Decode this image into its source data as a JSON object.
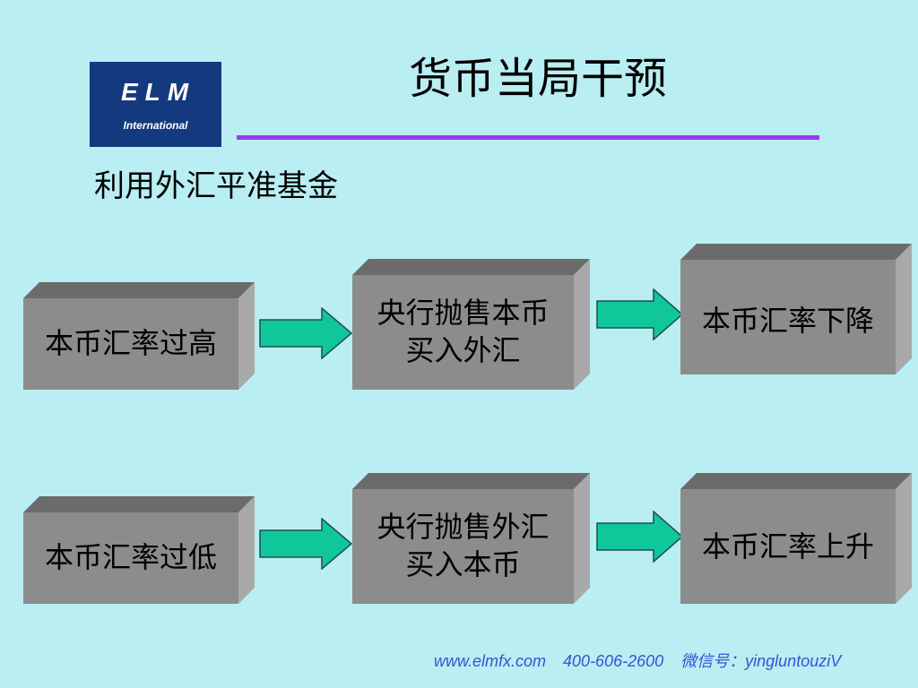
{
  "logo": {
    "brand": "ELM",
    "sub": "International"
  },
  "title": "货币当局干预",
  "subtitle": "利用外汇平准基金",
  "rows": [
    {
      "cause": "本币汇率过高",
      "action": "央行抛售本币\n买入外汇",
      "result": "本币汇率下降"
    },
    {
      "cause": "本币汇率过低",
      "action": "央行抛售外汇\n买入本币",
      "result": "本币汇率上升"
    }
  ],
  "footer": {
    "website": "www.elmfx.com",
    "phone": "400-606-2600",
    "wechat": "微信号：yingluntouziV"
  },
  "colors": {
    "background": "#b9eef2",
    "logo": "#15397e",
    "rule": "#9b3cf0",
    "arrow": "#10c79a",
    "box_front": "#8c8c8c"
  },
  "icons": {
    "arrow": "right-arrow-icon"
  }
}
